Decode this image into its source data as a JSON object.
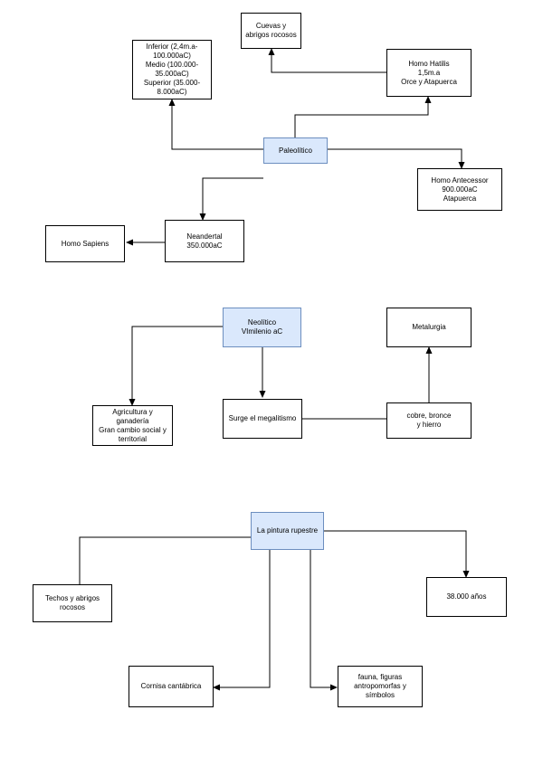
{
  "colors": {
    "background": "#ffffff",
    "node_border": "#000000",
    "node_fill": "#ffffff",
    "root_fill": "#dae8fc",
    "root_border": "#6c8ebf",
    "edge": "#000000"
  },
  "sections": [
    {
      "root": "Paleolítico",
      "nodes": {
        "cuevas": "Cuevas y\nabrigos rocosos",
        "inferior": "Inferior (2,4m.a-\n100.000aC)\nMedio (100.000-\n35.000aC)\nSuperior (35.000-\n8.000aC)",
        "hatilis": "Homo Hatilis\n1,5m.a\nOrce y Atapuerca",
        "antecessor": "Homo Antecessor\n900.000aC\nAtapuerca",
        "neandertal": "Neandertal\n350.000aC",
        "sapiens": "Homo Sapiens"
      }
    },
    {
      "root": "Neolítico\nVImilenio aC",
      "nodes": {
        "agricultura": "Agricultura y\nganadería\nGran cambio social y\nterritorial",
        "megalitismo": "Surge el megalitismo",
        "cobre": "cobre, bronce\ny hierro",
        "metalurgia": "Metalurgia"
      }
    },
    {
      "root": "La pintura rupestre",
      "nodes": {
        "techos": "Techos y abrigos\nrocosos",
        "anos": "38.000 años",
        "cornisa": "Cornisa cantábrica",
        "fauna": "fauna, figuras\nantropomorfas y\nsímbolos"
      }
    }
  ]
}
